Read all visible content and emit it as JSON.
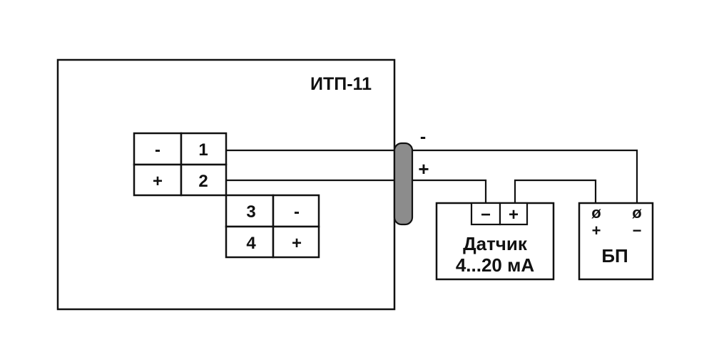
{
  "device": {
    "title": "ИТП-11",
    "terminals": [
      {
        "number": "1",
        "polarity": "-"
      },
      {
        "number": "2",
        "polarity": "+"
      },
      {
        "number": "3",
        "polarity": "-"
      },
      {
        "number": "4",
        "polarity": "+"
      }
    ]
  },
  "cable": {
    "minus_label": "-",
    "plus_label": "+"
  },
  "sensor": {
    "minus_label": "−",
    "plus_label": "+",
    "name_line1": "Датчик",
    "name_line2": "4...20 мА"
  },
  "power_supply": {
    "terminal_symbol_left": "ø",
    "terminal_symbol_right": "ø",
    "plus_label": "+",
    "minus_label": "−",
    "name": "БП"
  },
  "colors": {
    "line": "#111111",
    "connector_fill": "#8c8c8c",
    "background": "#ffffff"
  }
}
